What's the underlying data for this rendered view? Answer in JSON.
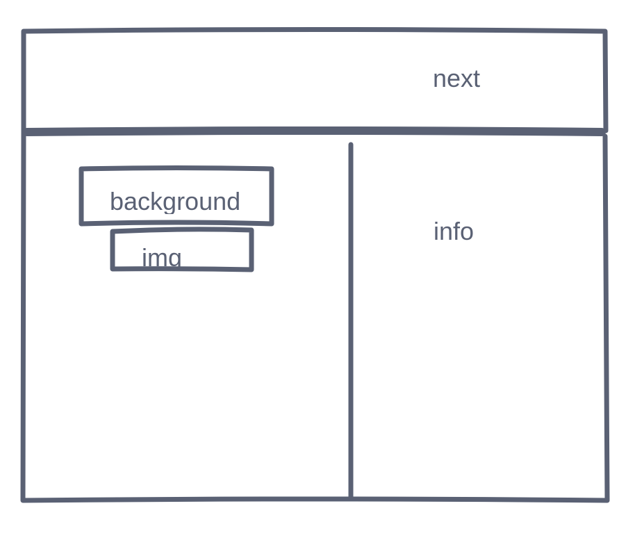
{
  "colors": {
    "stroke": "#5a6174",
    "text": "#5a6174",
    "background": "#ffffff"
  },
  "header": {
    "next_label": "next"
  },
  "left_panel": {
    "background_box_label": "background",
    "img_box_label": "img"
  },
  "right_panel": {
    "info_label": "info"
  }
}
